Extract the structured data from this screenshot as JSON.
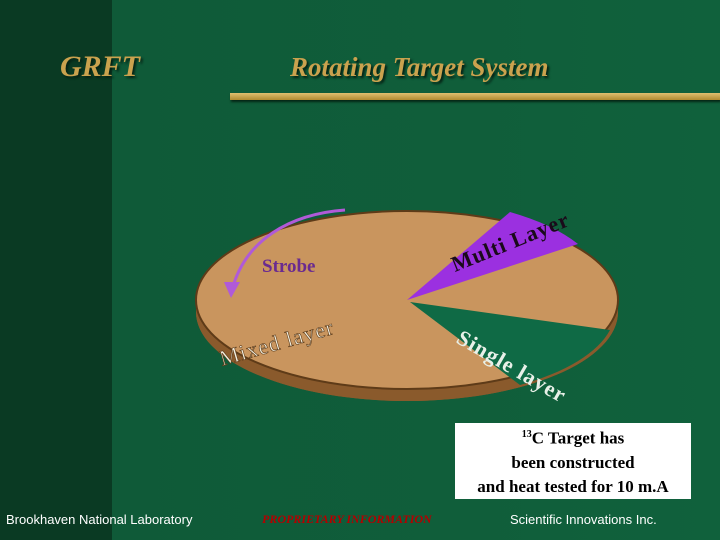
{
  "header": {
    "left_title": "GRFT",
    "main_title": "Rotating Target System"
  },
  "diagram": {
    "strobe_label": "Strobe",
    "multi_layer_label": "Multi Layer",
    "single_layer_label": "Single layer",
    "mixed_layer_label": "Mixed layer",
    "colors": {
      "disk_top": "#c9955e",
      "disk_side": "#8a5a2c",
      "multi_layer": "#9b30e0",
      "single_layer": "#0f6a45",
      "strobe_arrow": "#b05ad8"
    }
  },
  "note": {
    "isotope_mass": "13",
    "line1": "C Target has",
    "line2": "been constructed",
    "line3": "and heat tested for 10 m.A"
  },
  "footer": {
    "left": "Brookhaven National Laboratory",
    "middle": "PROPRIETARY INFORMATION",
    "right": "Scientific Innovations Inc."
  }
}
